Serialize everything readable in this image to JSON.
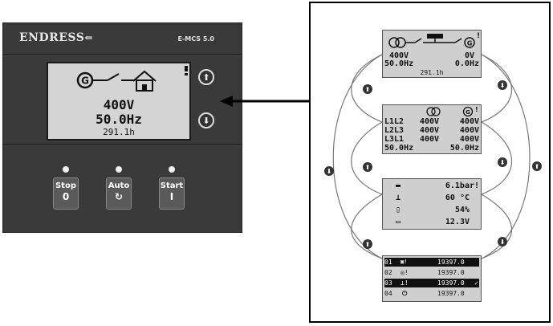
{
  "panel": {
    "brand": "ENDRESS",
    "model": "E-MCS 5.0",
    "lcd": {
      "voltage": "400V",
      "frequency": "50.0Hz",
      "hours": "291.1h"
    },
    "buttons": {
      "stop": {
        "label": "Stop",
        "symbol": "0"
      },
      "auto": {
        "label": "Auto",
        "symbol": "↻"
      },
      "start": {
        "label": "Start",
        "symbol": "I"
      }
    }
  },
  "screens": {
    "s1": {
      "left_v": "400V",
      "left_hz": "50.0Hz",
      "right_v": "0V",
      "right_hz": "0.0Hz",
      "hours": "291.1h"
    },
    "s2": {
      "rows": [
        {
          "label": "L1L2",
          "a": "400V",
          "b": "400V"
        },
        {
          "label": "L2L3",
          "a": "400V",
          "b": "400V"
        },
        {
          "label": "L3L1",
          "a": "400V",
          "b": "400V"
        },
        {
          "label": "",
          "a": "50.0Hz",
          "b": "50.0Hz"
        }
      ]
    },
    "s3": {
      "oil": "6.1bar",
      "temp": "60 °C",
      "fuel": "54%",
      "battery": "12.3V"
    },
    "s4": {
      "rows": [
        {
          "num": "01",
          "val": "19397.0"
        },
        {
          "num": "02",
          "val": "19397.0"
        },
        {
          "num": "03",
          "val": "19397.0"
        },
        {
          "num": "04",
          "val": "19397.0"
        }
      ]
    }
  },
  "colors": {
    "panel_bg": "#3a3a3a",
    "lcd_bg": "#d4d4d4"
  }
}
